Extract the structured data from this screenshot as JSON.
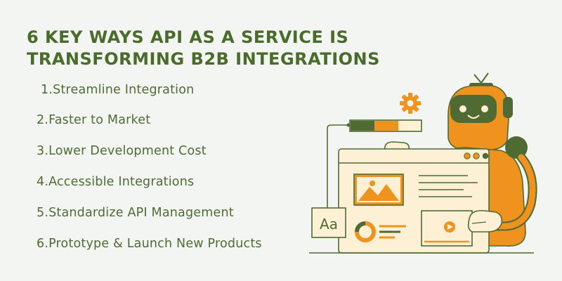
{
  "title": {
    "line1": "6 KEY WAYS API AS A SERVICE IS",
    "line2": "TRANSFORMING B2B INTEGRATIONS"
  },
  "items": [
    "1.Streamline Integration",
    "2.Faster to Market",
    "3.Lower Development Cost",
    "4.Accessible Integrations",
    "5.Standardize API Management",
    "6.Prototype & Launch New Products"
  ],
  "illustration": {
    "font_card_label": "Aa",
    "icons": [
      "robot-icon",
      "gear-icon",
      "image-icon",
      "donut-chart-icon",
      "video-play-icon",
      "font-icon",
      "progress-bar-icon"
    ]
  },
  "colors": {
    "heading": "#4a6b2a",
    "text": "#4f6b33",
    "accent_orange": "#f0921e",
    "dark_green": "#4f6b33",
    "cream": "#fdf0d5",
    "background": "#f3f5f3"
  }
}
